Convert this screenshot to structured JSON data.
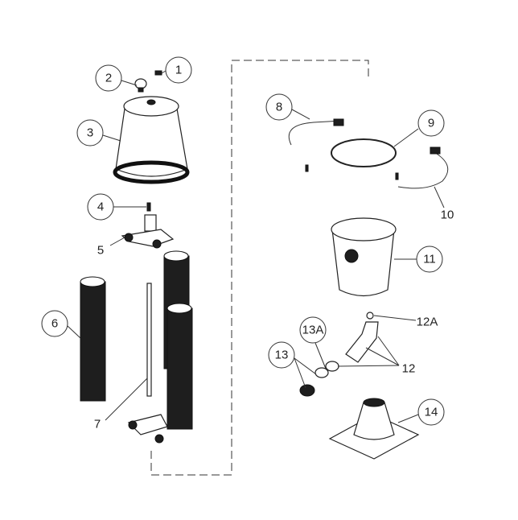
{
  "callouts": {
    "c1": "1",
    "c2": "2",
    "c3": "3",
    "c4": "4",
    "c5": "5",
    "c6": "6",
    "c7": "7",
    "c8": "8",
    "c9": "9",
    "c10": "10",
    "c11": "11",
    "c12A": "12A",
    "c12": "12",
    "c13A": "13A",
    "c13": "13",
    "c14": "14"
  }
}
